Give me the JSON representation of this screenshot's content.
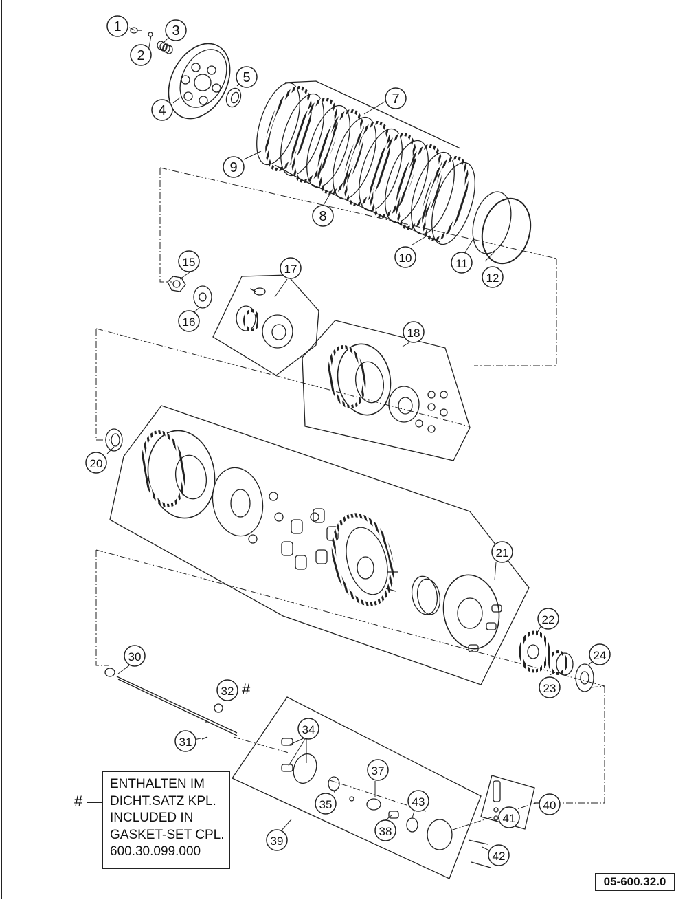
{
  "callouts": [
    {
      "id": "1",
      "label": "1"
    },
    {
      "id": "2",
      "label": "2"
    },
    {
      "id": "3",
      "label": "3"
    },
    {
      "id": "4",
      "label": "4"
    },
    {
      "id": "5",
      "label": "5"
    },
    {
      "id": "7",
      "label": "7"
    },
    {
      "id": "8",
      "label": "8"
    },
    {
      "id": "9",
      "label": "9"
    },
    {
      "id": "10",
      "label": "10"
    },
    {
      "id": "11",
      "label": "11"
    },
    {
      "id": "12",
      "label": "12"
    },
    {
      "id": "15",
      "label": "15"
    },
    {
      "id": "16",
      "label": "16"
    },
    {
      "id": "17",
      "label": "17"
    },
    {
      "id": "18",
      "label": "18"
    },
    {
      "id": "20",
      "label": "20"
    },
    {
      "id": "21",
      "label": "21"
    },
    {
      "id": "22",
      "label": "22"
    },
    {
      "id": "23",
      "label": "23"
    },
    {
      "id": "24",
      "label": "24"
    },
    {
      "id": "30",
      "label": "30"
    },
    {
      "id": "31",
      "label": "31"
    },
    {
      "id": "32",
      "label": "32"
    },
    {
      "id": "34",
      "label": "34"
    },
    {
      "id": "35",
      "label": "35"
    },
    {
      "id": "37",
      "label": "37"
    },
    {
      "id": "38",
      "label": "38"
    },
    {
      "id": "39",
      "label": "39"
    },
    {
      "id": "40",
      "label": "40"
    },
    {
      "id": "41",
      "label": "41"
    },
    {
      "id": "42",
      "label": "42"
    },
    {
      "id": "43",
      "label": "43"
    }
  ],
  "gasket_marker": "#",
  "note": {
    "marker": "#",
    "lines": [
      "ENTHALTEN IM",
      "DICHT.SATZ KPL.",
      "INCLUDED IN",
      "GASKET-SET CPL.",
      "600.30.099.000"
    ]
  },
  "doc_id": "05-600.32.0",
  "colors": {
    "ink": "#111111",
    "background": "#ffffff"
  }
}
